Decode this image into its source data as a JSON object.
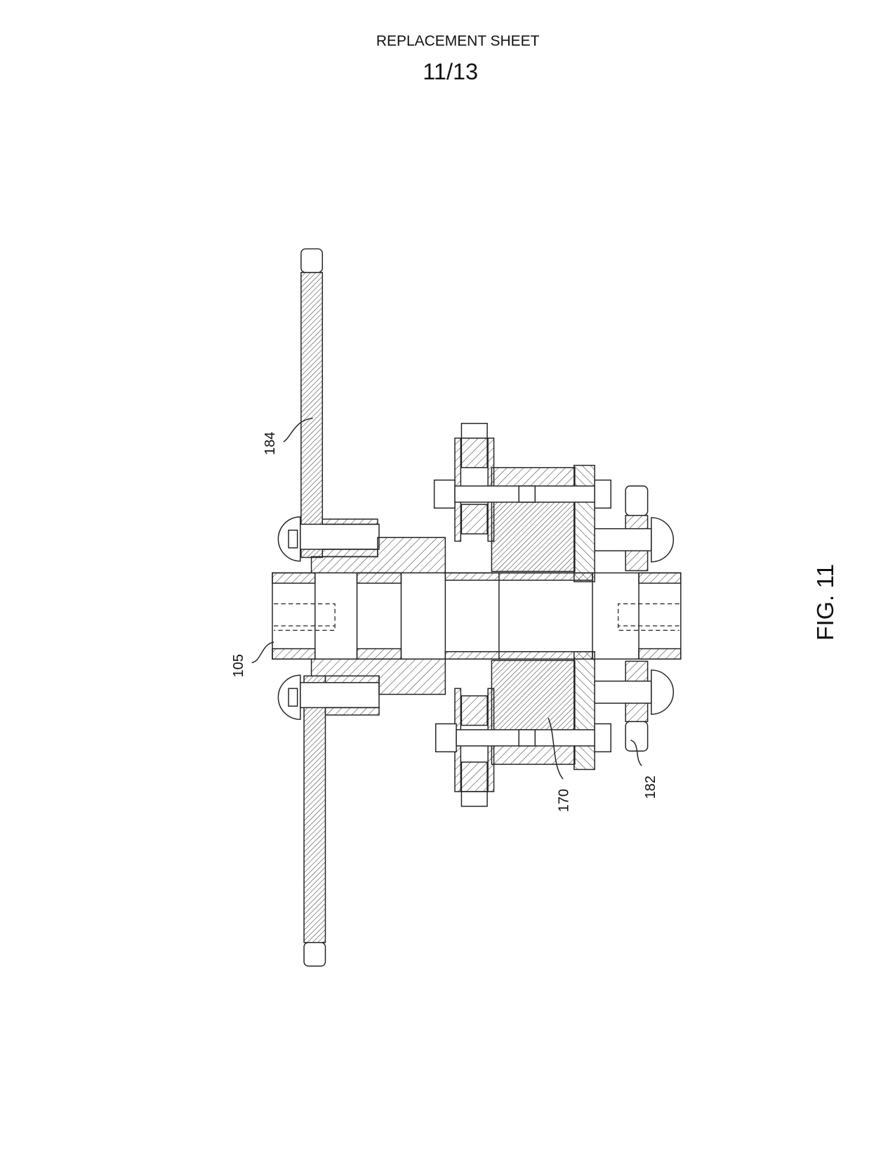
{
  "header": {
    "title": "REPLACEMENT SHEET",
    "sheet_number": "11/13"
  },
  "figure": {
    "label": "FIG. 11",
    "reference_numerals": {
      "plate": "184",
      "tube": "105",
      "rotor": "170",
      "lug": "182"
    }
  }
}
